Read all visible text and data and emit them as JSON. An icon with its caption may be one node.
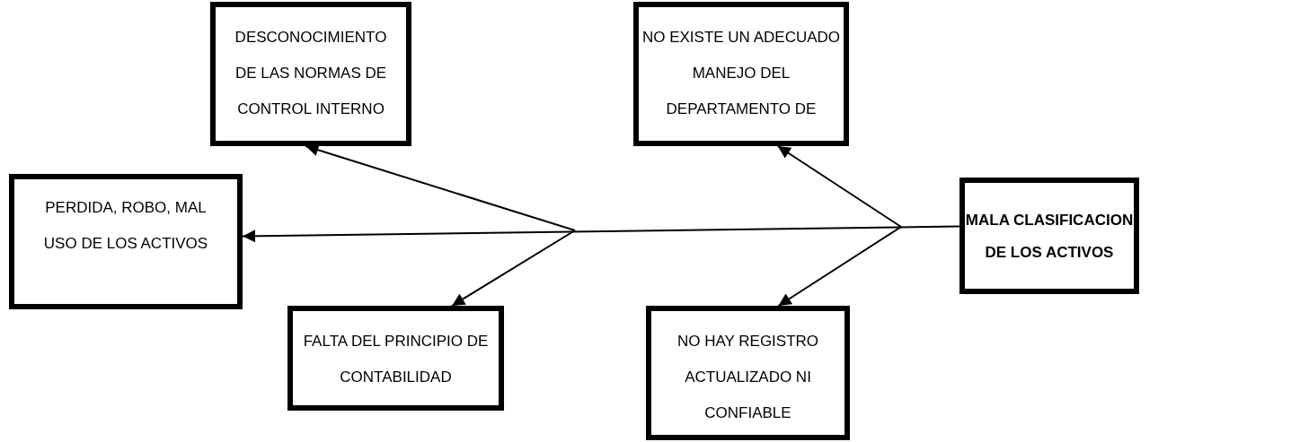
{
  "diagram": {
    "nodes": [
      {
        "text": [
          "DESCONOCIMIENTO DE LAS NORMAS DE CONTROL INTERNO"
        ]
      },
      {
        "text": [
          "NO EXISTE UN ADECUADO MANEJO DEL DEPARTAMENTO DE"
        ]
      },
      {
        "text": [
          "PERDIDA, ROBO, MAL USO DE LOS ACTIVOS"
        ]
      },
      {
        "text": [
          "MALA CLASIFICACION DE LOS ACTIVOS"
        ]
      },
      {
        "text": [
          "FALTA DEL PRINCIPIO DE CONTABILIDAD"
        ]
      },
      {
        "text": [
          "NO HAY REGISTRO ACTUALIZADO NI CONFIABLE"
        ]
      }
    ],
    "edges": [
      {
        "from": 3,
        "to": 2,
        "arrow": "to"
      },
      {
        "from": null,
        "to": 0,
        "arrow": "to"
      },
      {
        "from": null,
        "to": 4,
        "arrow": "to"
      },
      {
        "from": null,
        "to": 1,
        "arrow": "to"
      },
      {
        "from": null,
        "to": 5,
        "arrow": "to"
      }
    ]
  }
}
